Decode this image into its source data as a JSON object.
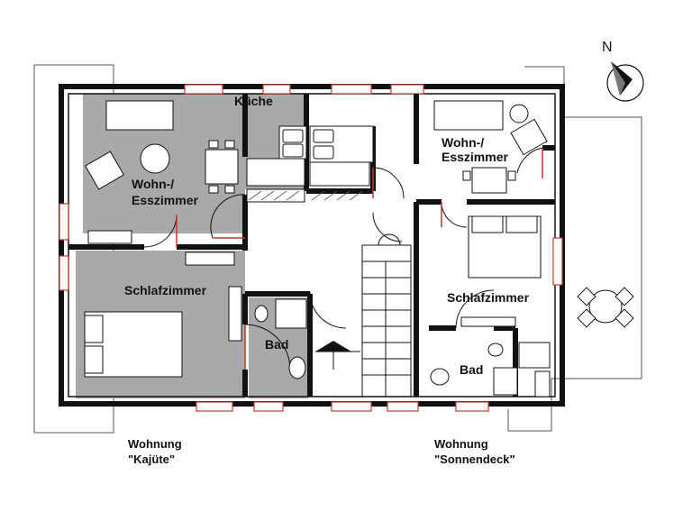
{
  "compass": {
    "north_label": "N"
  },
  "rooms": {
    "kueche": "Küche",
    "wohnen_left_1": "Wohn-/",
    "wohnen_left_2": "Esszimmer",
    "schlaf_left": "Schlafzimmer",
    "bad_left": "Bad",
    "wohnen_right_1": "Wohn-/",
    "wohnen_right_2": "Esszimmer",
    "schlaf_right": "Schlafzimmer",
    "bad_right": "Bad"
  },
  "apartments": {
    "left_line1": "Wohnung",
    "left_line2": "\"Kajüte\"",
    "right_line1": "Wohnung",
    "right_line2": "\"Sonnendeck\""
  },
  "colors": {
    "wall": "#111111",
    "floor_shade": "#a9a9a9",
    "window_frame": "#c0392b"
  }
}
